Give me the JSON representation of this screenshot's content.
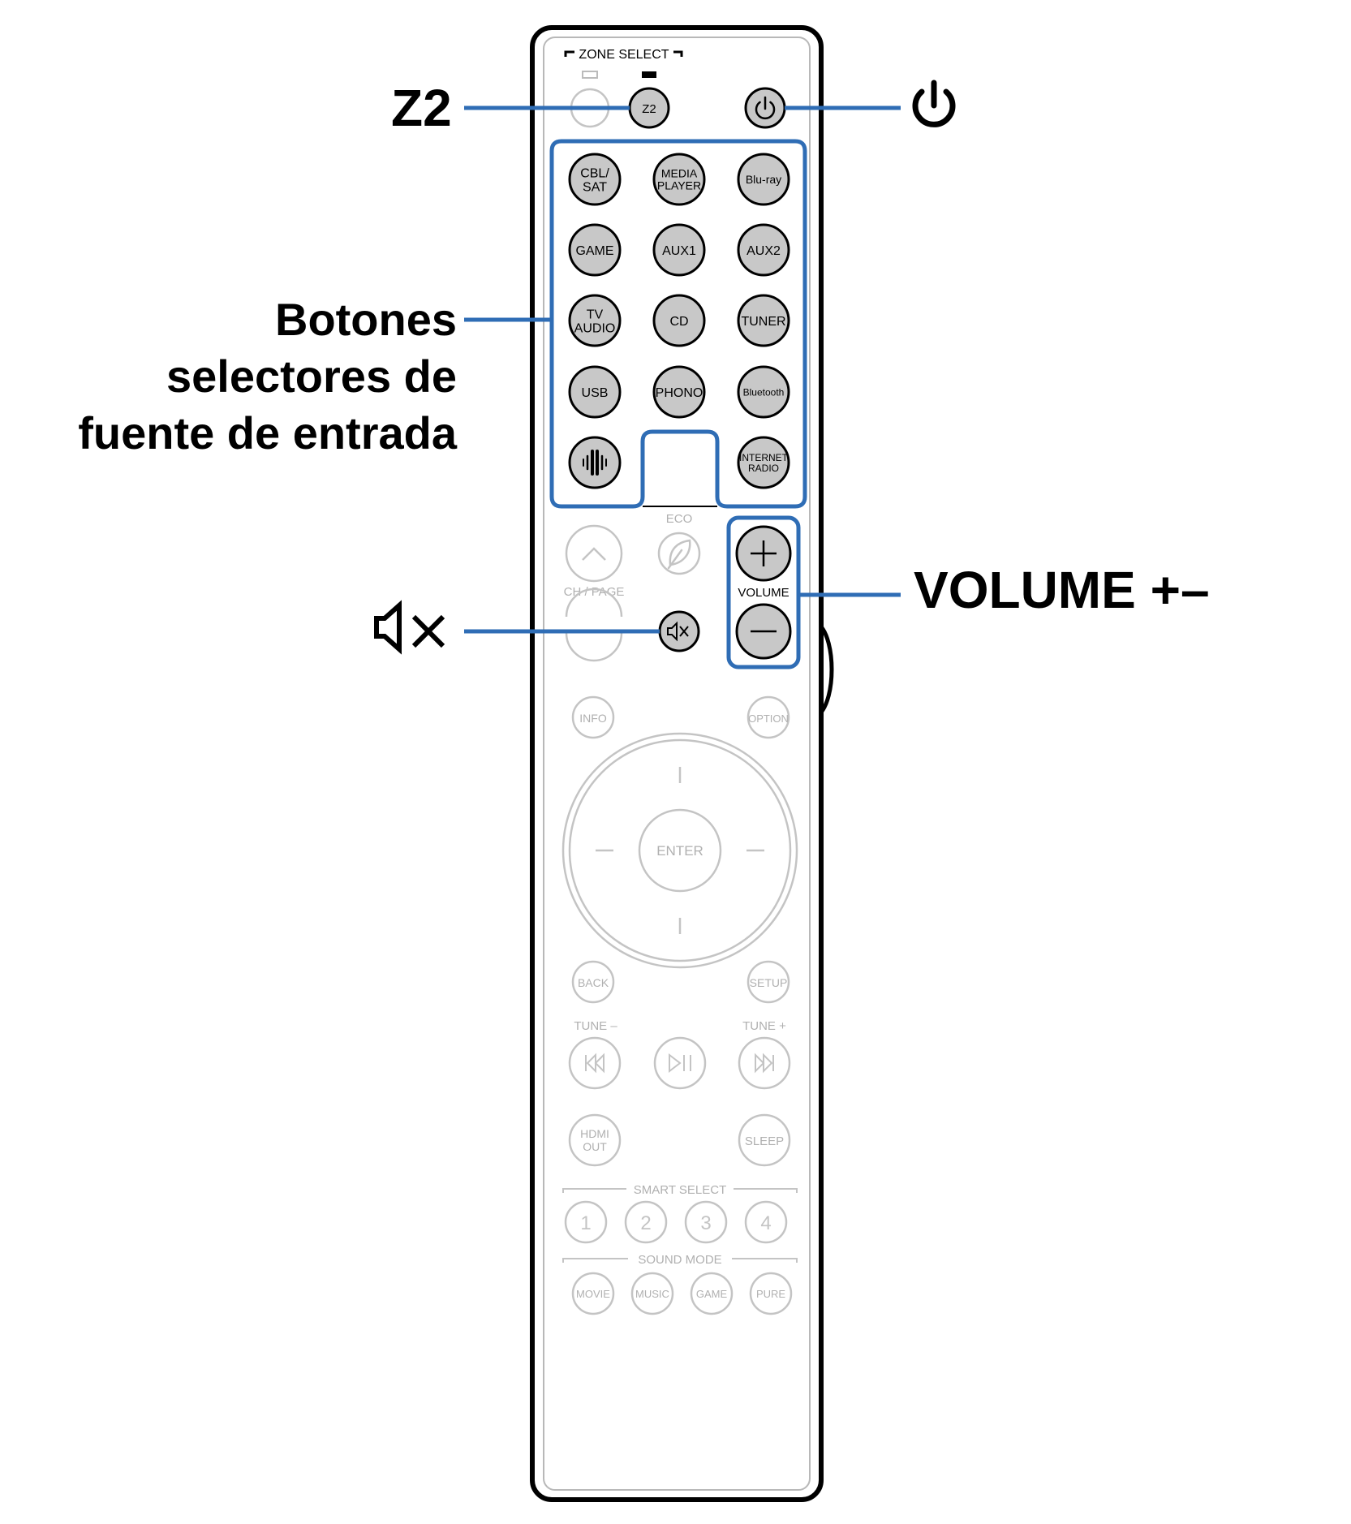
{
  "callouts": {
    "z2": "Z2",
    "input_selectors": [
      "Botones",
      "selectores de",
      "fuente de entrada"
    ],
    "volume": "VOLUME +–"
  },
  "icons": {
    "power": "power-icon",
    "mute": "mute-icon",
    "eco": "leaf-icon",
    "heos": "heos-icon"
  },
  "remote": {
    "zone_select": "ZONE SELECT",
    "z2": "Z2",
    "sources": [
      [
        "CBL/",
        "SAT"
      ],
      [
        "MEDIA",
        "PLAYER"
      ],
      [
        "Blu-ray"
      ],
      [
        "GAME"
      ],
      [
        "AUX1"
      ],
      [
        "AUX2"
      ],
      [
        "TV",
        "AUDIO"
      ],
      [
        "CD"
      ],
      [
        "TUNER"
      ],
      [
        "USB"
      ],
      [
        "PHONO"
      ],
      [
        "Bluetooth"
      ],
      [
        "INTERNET",
        "RADIO"
      ]
    ],
    "eco": "ECO",
    "ch_page": "CH / PAGE",
    "volume": "VOLUME",
    "info": "INFO",
    "option": "OPTION",
    "enter": "ENTER",
    "back": "BACK",
    "setup": "SETUP",
    "tune_minus": "TUNE –",
    "tune_plus": "TUNE +",
    "hdmi_out": [
      "HDMI",
      "OUT"
    ],
    "sleep": "SLEEP",
    "smart_select": "SMART SELECT",
    "smart_buttons": [
      "1",
      "2",
      "3",
      "4"
    ],
    "sound_mode": "SOUND MODE",
    "sound_buttons": [
      "MOVIE",
      "MUSIC",
      "GAME",
      "PURE"
    ]
  },
  "colors": {
    "highlight": "#2f6db5",
    "active_button": "#c8c8c8",
    "faded": "#c4c4c4",
    "faded_text": "#b0b0b0",
    "outline": "#000000"
  }
}
